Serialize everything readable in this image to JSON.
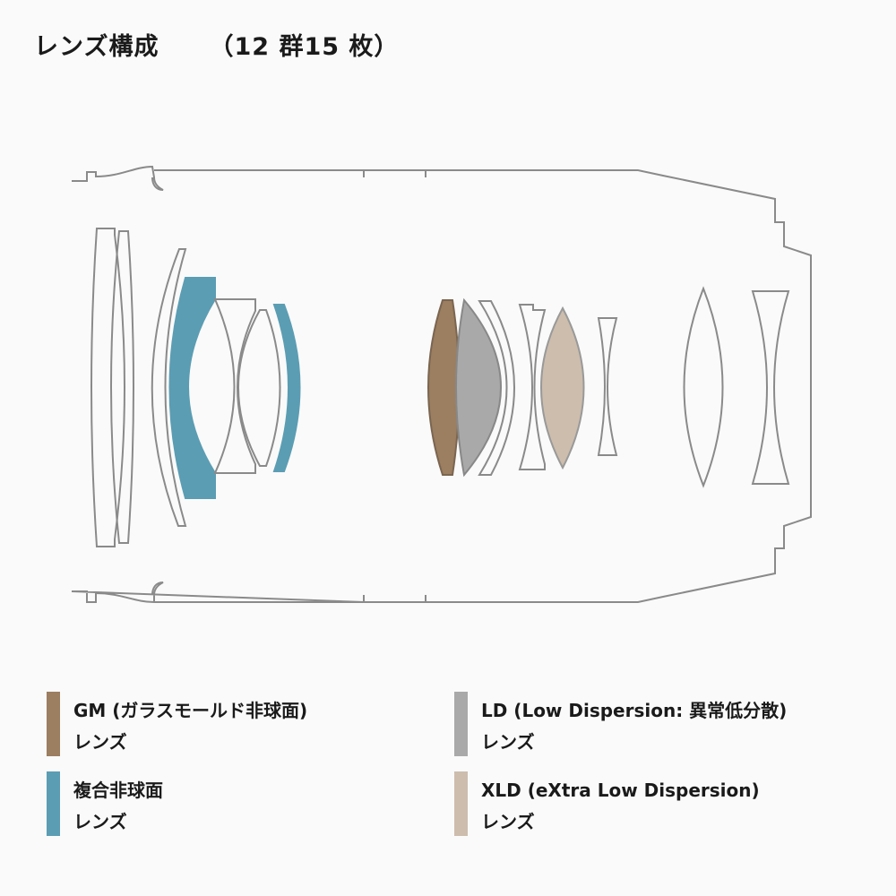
{
  "title": {
    "text": "レンズ構成",
    "count": "（12 群15 枚）"
  },
  "colors": {
    "gm": "#9c7e60",
    "aspherical": "#5b9db3",
    "ld": "#a9a9a9",
    "xld": "#cdbdad",
    "outline": "#8a8a8a"
  },
  "legend": [
    {
      "line1": "GM (ガラスモールド非球面)",
      "line2": "レンズ",
      "color": "#9c7e60"
    },
    {
      "line1": "LD (Low Dispersion: 異常低分散)",
      "line2": "レンズ",
      "color": "#a9a9a9"
    },
    {
      "line1": "複合非球面",
      "line2": "レンズ",
      "color": "#5b9db3"
    },
    {
      "line1": "XLD (eXtra Low Dispersion)",
      "line2": "レンズ",
      "color": "#cdbdad"
    }
  ]
}
